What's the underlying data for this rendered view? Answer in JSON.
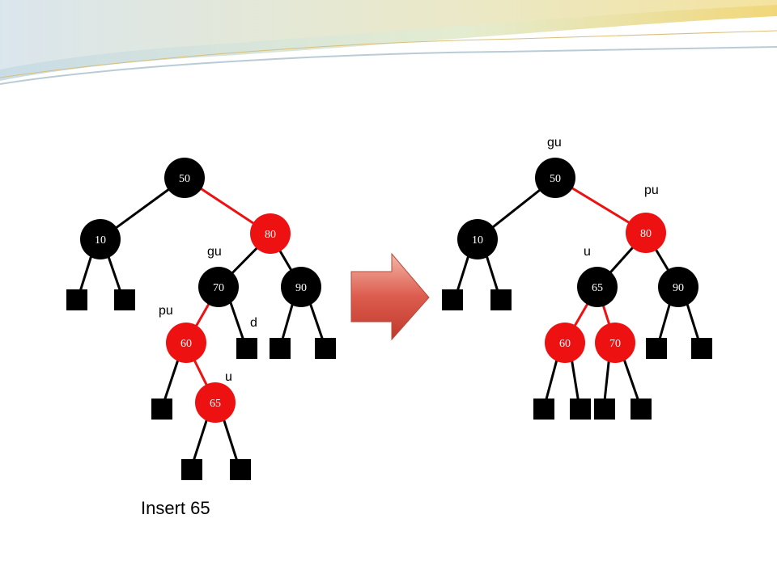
{
  "caption": "Insert 65",
  "colors": {
    "red": "#ee1111",
    "black": "#000000",
    "arrow": "#d9534a"
  },
  "left_tree": {
    "nodes": [
      {
        "id": "L50",
        "label": "50",
        "color": "black"
      },
      {
        "id": "L10",
        "label": "10",
        "color": "black"
      },
      {
        "id": "L80",
        "label": "80",
        "color": "red"
      },
      {
        "id": "L70",
        "label": "70",
        "color": "black"
      },
      {
        "id": "L90",
        "label": "90",
        "color": "black"
      },
      {
        "id": "L60",
        "label": "60",
        "color": "red"
      },
      {
        "id": "L65",
        "label": "65",
        "color": "red"
      }
    ],
    "tags": {
      "gu": "gu",
      "pu": "pu",
      "u": "u",
      "d": "d"
    }
  },
  "right_tree": {
    "nodes": [
      {
        "id": "R50",
        "label": "50",
        "color": "black"
      },
      {
        "id": "R10",
        "label": "10",
        "color": "black"
      },
      {
        "id": "R80",
        "label": "80",
        "color": "red"
      },
      {
        "id": "R65",
        "label": "65",
        "color": "black"
      },
      {
        "id": "R90",
        "label": "90",
        "color": "black"
      },
      {
        "id": "R60",
        "label": "60",
        "color": "red"
      },
      {
        "id": "R70",
        "label": "70",
        "color": "red"
      }
    ],
    "tags": {
      "gu": "gu",
      "pu": "pu",
      "u": "u"
    }
  }
}
